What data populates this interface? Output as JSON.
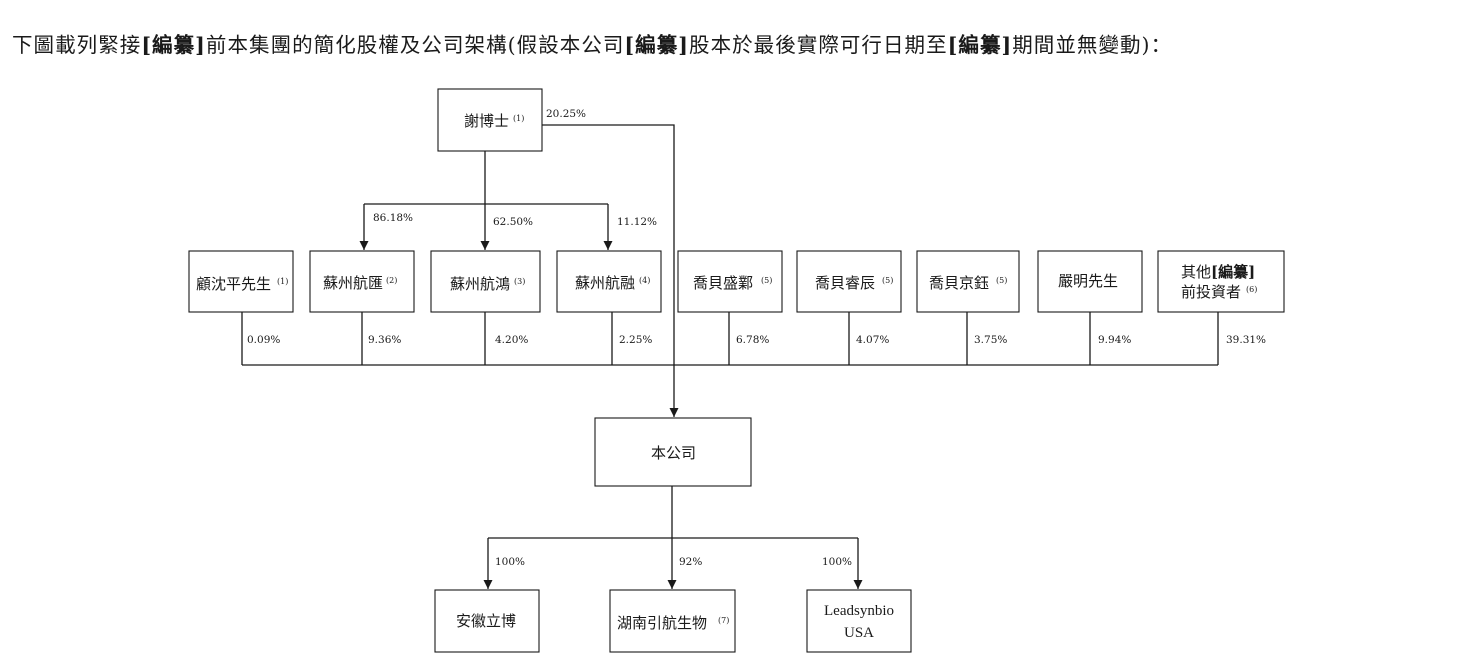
{
  "intro": {
    "part1": "下圖載列緊接",
    "redacted": "[編纂]",
    "part2": "前本集團的簡化股權及公司架構(假設本公司",
    "part3": "股本於最後實際可行日期至",
    "part4": "期間並無變動)："
  },
  "top": {
    "label": "謝博士",
    "note": "(1)",
    "pct_to_company": "20.25%"
  },
  "middle": [
    {
      "label": "顧沈平先生",
      "note": "(1)",
      "pct": "0.09%"
    },
    {
      "label": "蘇州航匯",
      "note": "(2)",
      "pct": "9.36%",
      "owned_by_top": "86.18%"
    },
    {
      "label": "蘇州航鴻",
      "note": "(3)",
      "pct": "4.20%",
      "owned_by_top": "62.50%"
    },
    {
      "label": "蘇州航融",
      "note": "(4)",
      "pct": "2.25%",
      "owned_by_top": "11.12%"
    },
    {
      "label": "喬貝盛鄴",
      "note": "(5)",
      "pct": "6.78%"
    },
    {
      "label": "喬貝睿辰",
      "note": "(5)",
      "pct": "4.07%"
    },
    {
      "label": "喬貝京鈺",
      "note": "(5)",
      "pct": "3.75%"
    },
    {
      "label": "嚴明先生",
      "note": "",
      "pct": "9.94%"
    },
    {
      "label_line1_a": "其他",
      "label_line1_b": "[編纂]",
      "label_line2": "前投資者",
      "note": "(6)",
      "pct": "39.31%"
    }
  ],
  "company": {
    "label": "本公司"
  },
  "subsidiaries": [
    {
      "label": "安徽立博",
      "note": "",
      "pct": "100%"
    },
    {
      "label": "湖南引航生物",
      "note": "(7)",
      "pct": "92%"
    },
    {
      "label_line1": "Leadsynbio",
      "label_line2": "USA",
      "note": "",
      "pct": "100%"
    }
  ]
}
